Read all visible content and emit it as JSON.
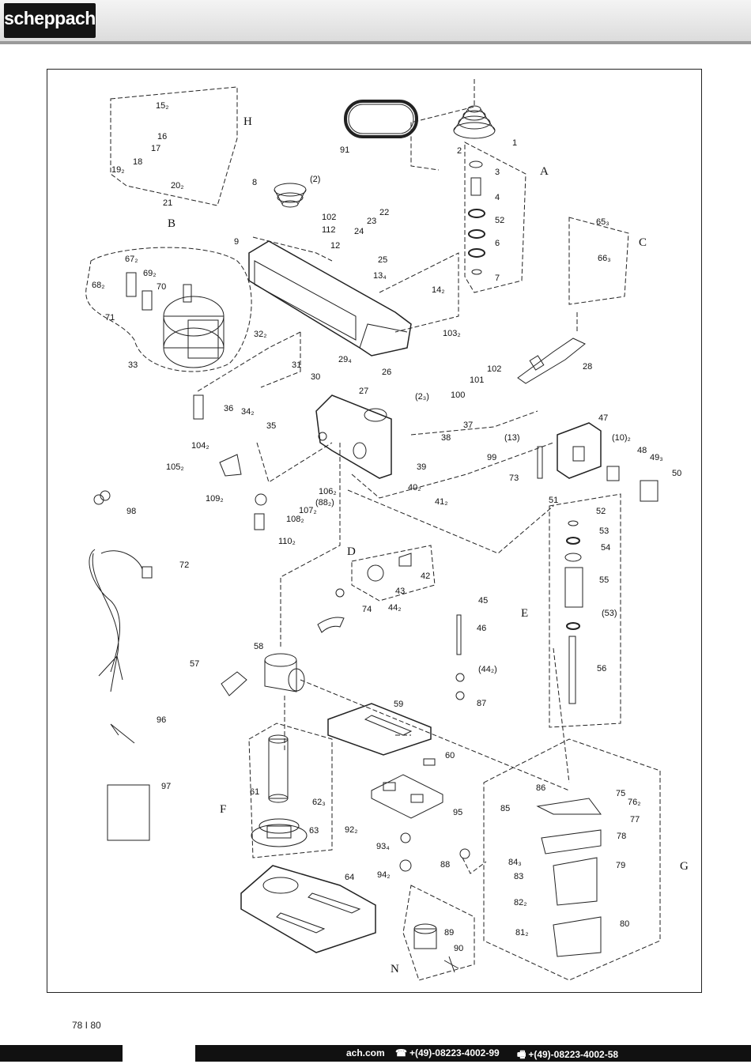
{
  "header": {
    "brand": "scheppach"
  },
  "groups": [
    "H",
    "A",
    "B",
    "C",
    "D",
    "E",
    "F",
    "G",
    "N"
  ],
  "part_labels": [
    "1",
    "2",
    "3",
    "4",
    "52",
    "6",
    "7",
    "8",
    "(2)",
    "9",
    "102",
    "112",
    "12",
    "13₄",
    "14₂",
    "15₂",
    "16",
    "17",
    "18",
    "19₂",
    "20₂",
    "21",
    "22",
    "23",
    "24",
    "25",
    "26",
    "27",
    "(2₃)",
    "28",
    "29₄",
    "30",
    "31",
    "32₂",
    "33",
    "34₂",
    "35",
    "36",
    "37",
    "38",
    "39",
    "40₂",
    "41₂",
    "42",
    "43",
    "44₂",
    "45",
    "46",
    "(44₂)",
    "47",
    "(10)₂",
    "48",
    "49₃",
    "50",
    "51",
    "52",
    "53",
    "54",
    "55",
    "(53)",
    "56",
    "57",
    "58",
    "59",
    "60",
    "61",
    "62₃",
    "63",
    "64",
    "65₃",
    "66₃",
    "67₂",
    "68₂",
    "69₂",
    "70",
    "71",
    "72",
    "73",
    "74",
    "75",
    "76₂",
    "77",
    "78",
    "79",
    "80",
    "81₂",
    "82₂",
    "83",
    "84₃",
    "85",
    "86",
    "87",
    "88",
    "89",
    "90",
    "91",
    "92₂",
    "93₄",
    "94₂",
    "95",
    "96",
    "97",
    "98",
    "99",
    "100",
    "101",
    "102",
    "103₂",
    "104₂",
    "105₂",
    "106₂",
    "(88₂)",
    "107₂",
    "108₂",
    "109₂",
    "110₂",
    "(13)"
  ],
  "page_number": "78 I 80",
  "footer": {
    "website": "ach.com",
    "phone_icon": "phone-icon",
    "phone": "+(49)-08223-4002-99",
    "fax_icon": "fax-icon",
    "fax": "+(49)-08223-4002-58"
  }
}
